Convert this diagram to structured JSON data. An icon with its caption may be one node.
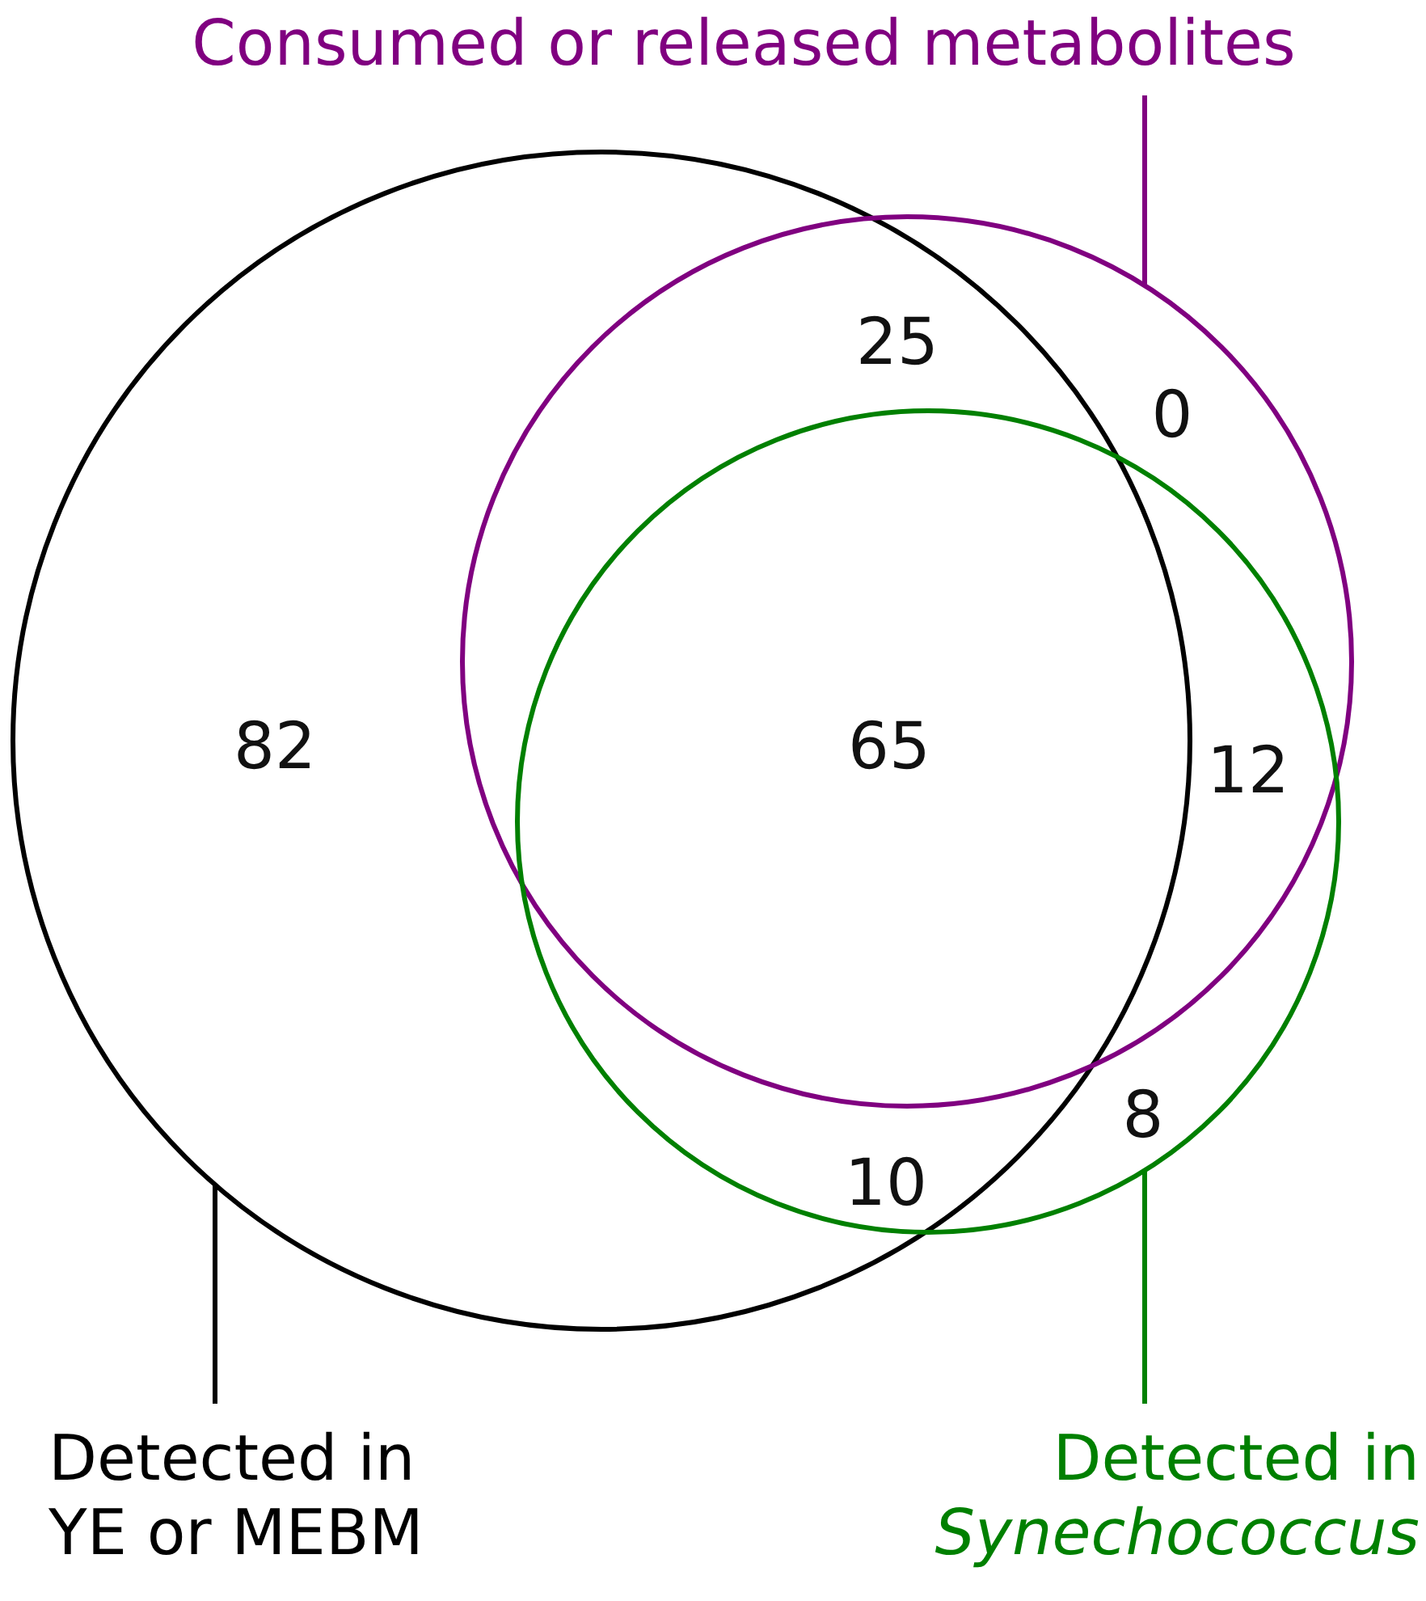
{
  "diagram": {
    "nodes": [
      {
        "text": [
          "Consumed or released metabolites"
        ]
      },
      {
        "text": [],
        "shape": "circle"
      },
      {
        "text": [],
        "shape": "circle"
      },
      {
        "text": [],
        "shape": "circle"
      },
      {
        "text": [
          "Detected in YE or MEBM"
        ]
      },
      {
        "text": [
          "Detected in *Synechococcus*"
        ]
      }
    ],
    "edges": [
      {
        "from": 0,
        "to": 2,
        "arrow": "none",
        "color": "#800080"
      },
      {
        "from": 4,
        "to": 1,
        "arrow": "none",
        "color": "#000000"
      },
      {
        "from": 5,
        "to": 3,
        "arrow": "none",
        "color": "#008000"
      }
    ],
    "labels": [
      "25",
      "0",
      "82",
      "65",
      "12",
      "10",
      "8"
    ]
  }
}
